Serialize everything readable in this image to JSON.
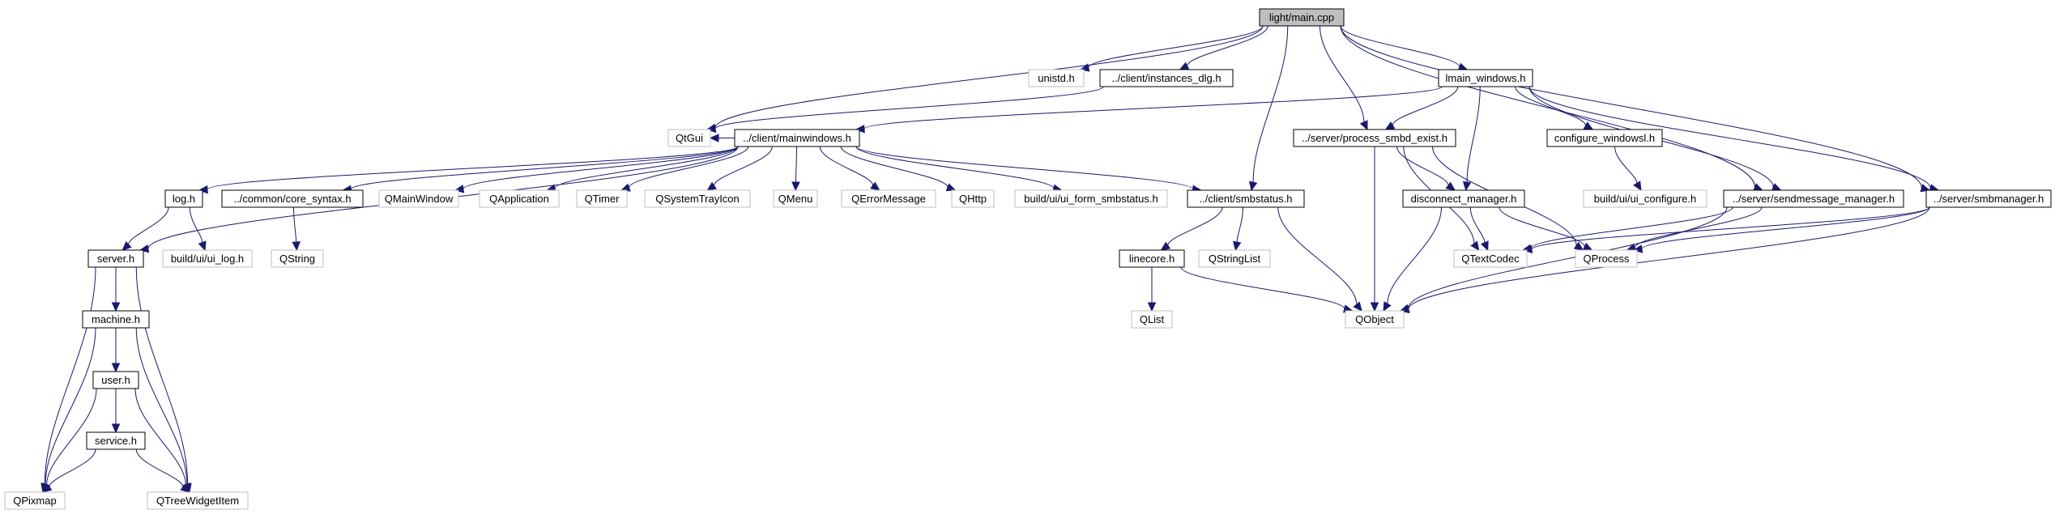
{
  "colors": {
    "edge": "#191970",
    "root_fill": "#bfbfbf",
    "root_stroke": "#000000",
    "header_stroke": "#000000",
    "external_stroke": "#bfbfbf",
    "background": "#ffffff"
  },
  "nodes": {
    "main_cpp": {
      "label": "light/main.cpp",
      "kind": "root"
    },
    "unistd": {
      "label": "unistd.h",
      "kind": "external"
    },
    "instances_dlg": {
      "label": "../client/instances_dlg.h",
      "kind": "header"
    },
    "lmain_windows": {
      "label": "lmain_windows.h",
      "kind": "header"
    },
    "qtgui": {
      "label": "QtGui",
      "kind": "external"
    },
    "client_mainwindows": {
      "label": "../client/mainwindows.h",
      "kind": "header"
    },
    "process_smbd_exist": {
      "label": "../server/process_smbd_exist.h",
      "kind": "header"
    },
    "configure_windowsl": {
      "label": "configure_windowsl.h",
      "kind": "header"
    },
    "log_h": {
      "label": "log.h",
      "kind": "header"
    },
    "core_syntax": {
      "label": "../common/core_syntax.h",
      "kind": "header"
    },
    "qmainwindow": {
      "label": "QMainWindow",
      "kind": "external"
    },
    "qapplication": {
      "label": "QApplication",
      "kind": "external"
    },
    "qtimer": {
      "label": "QTimer",
      "kind": "external"
    },
    "qsystemtrayicon": {
      "label": "QSystemTrayIcon",
      "kind": "external"
    },
    "qmenu": {
      "label": "QMenu",
      "kind": "external"
    },
    "qerrormessage": {
      "label": "QErrorMessage",
      "kind": "external"
    },
    "qhttp": {
      "label": "QHttp",
      "kind": "external"
    },
    "ui_form_smbstatus": {
      "label": "build/ui/ui_form_smbstatus.h",
      "kind": "external"
    },
    "client_smbstatus": {
      "label": "../client/smbstatus.h",
      "kind": "header"
    },
    "disconnect_manager": {
      "label": "disconnect_manager.h",
      "kind": "header"
    },
    "ui_configure": {
      "label": "build/ui/ui_configure.h",
      "kind": "external"
    },
    "sendmessage_manager": {
      "label": "../server/sendmessage_manager.h",
      "kind": "header"
    },
    "server_smbmanager": {
      "label": "../server/smbmanager.h",
      "kind": "header"
    },
    "server_h": {
      "label": "server.h",
      "kind": "header"
    },
    "ui_log": {
      "label": "build/ui/ui_log.h",
      "kind": "external"
    },
    "qstring": {
      "label": "QString",
      "kind": "external"
    },
    "linecore": {
      "label": "linecore.h",
      "kind": "header"
    },
    "qstringlist": {
      "label": "QStringList",
      "kind": "external"
    },
    "qtextcodec": {
      "label": "QTextCodec",
      "kind": "external"
    },
    "qprocess": {
      "label": "QProcess",
      "kind": "external"
    },
    "machine_h": {
      "label": "machine.h",
      "kind": "header"
    },
    "qlist": {
      "label": "QList",
      "kind": "external"
    },
    "qobject": {
      "label": "QObject",
      "kind": "external"
    },
    "user_h": {
      "label": "user.h",
      "kind": "header"
    },
    "service_h": {
      "label": "service.h",
      "kind": "header"
    },
    "qpixmap": {
      "label": "QPixmap",
      "kind": "external"
    },
    "qtreewidgetitem": {
      "label": "QTreeWidgetItem",
      "kind": "external"
    }
  },
  "edges": [
    [
      "main_cpp",
      "qtgui"
    ],
    [
      "main_cpp",
      "unistd"
    ],
    [
      "main_cpp",
      "instances_dlg"
    ],
    [
      "main_cpp",
      "lmain_windows"
    ],
    [
      "main_cpp",
      "process_smbd_exist"
    ],
    [
      "main_cpp",
      "client_smbstatus"
    ],
    [
      "main_cpp",
      "sendmessage_manager"
    ],
    [
      "main_cpp",
      "server_smbmanager"
    ],
    [
      "instances_dlg",
      "qtgui"
    ],
    [
      "lmain_windows",
      "client_mainwindows"
    ],
    [
      "lmain_windows",
      "process_smbd_exist"
    ],
    [
      "lmain_windows",
      "configure_windowsl"
    ],
    [
      "lmain_windows",
      "disconnect_manager"
    ],
    [
      "lmain_windows",
      "sendmessage_manager"
    ],
    [
      "lmain_windows",
      "server_smbmanager"
    ],
    [
      "client_mainwindows",
      "qtgui"
    ],
    [
      "client_mainwindows",
      "log_h"
    ],
    [
      "client_mainwindows",
      "core_syntax"
    ],
    [
      "client_mainwindows",
      "qmainwindow"
    ],
    [
      "client_mainwindows",
      "qapplication"
    ],
    [
      "client_mainwindows",
      "qtimer"
    ],
    [
      "client_mainwindows",
      "qsystemtrayicon"
    ],
    [
      "client_mainwindows",
      "qmenu"
    ],
    [
      "client_mainwindows",
      "qerrormessage"
    ],
    [
      "client_mainwindows",
      "qhttp"
    ],
    [
      "client_mainwindows",
      "ui_form_smbstatus"
    ],
    [
      "client_mainwindows",
      "client_smbstatus"
    ],
    [
      "client_mainwindows",
      "server_h"
    ],
    [
      "process_smbd_exist",
      "disconnect_manager"
    ],
    [
      "process_smbd_exist",
      "qobject"
    ],
    [
      "process_smbd_exist",
      "qtextcodec"
    ],
    [
      "process_smbd_exist",
      "qprocess"
    ],
    [
      "configure_windowsl",
      "ui_configure"
    ],
    [
      "log_h",
      "server_h"
    ],
    [
      "log_h",
      "ui_log"
    ],
    [
      "core_syntax",
      "qstring"
    ],
    [
      "client_smbstatus",
      "linecore"
    ],
    [
      "client_smbstatus",
      "qstringlist"
    ],
    [
      "client_smbstatus",
      "qobject"
    ],
    [
      "disconnect_manager",
      "qtextcodec"
    ],
    [
      "disconnect_manager",
      "qprocess"
    ],
    [
      "disconnect_manager",
      "qobject"
    ],
    [
      "sendmessage_manager",
      "qtextcodec"
    ],
    [
      "sendmessage_manager",
      "qprocess"
    ],
    [
      "sendmessage_manager",
      "qobject"
    ],
    [
      "server_smbmanager",
      "qtextcodec"
    ],
    [
      "server_smbmanager",
      "qprocess"
    ],
    [
      "server_smbmanager",
      "qobject"
    ],
    [
      "server_h",
      "machine_h"
    ],
    [
      "server_h",
      "qpixmap"
    ],
    [
      "server_h",
      "qtreewidgetitem"
    ],
    [
      "linecore",
      "qlist"
    ],
    [
      "linecore",
      "qobject"
    ],
    [
      "machine_h",
      "user_h"
    ],
    [
      "machine_h",
      "qpixmap"
    ],
    [
      "machine_h",
      "qtreewidgetitem"
    ],
    [
      "user_h",
      "service_h"
    ],
    [
      "user_h",
      "qpixmap"
    ],
    [
      "user_h",
      "qtreewidgetitem"
    ],
    [
      "service_h",
      "qpixmap"
    ],
    [
      "service_h",
      "qtreewidgetitem"
    ]
  ]
}
